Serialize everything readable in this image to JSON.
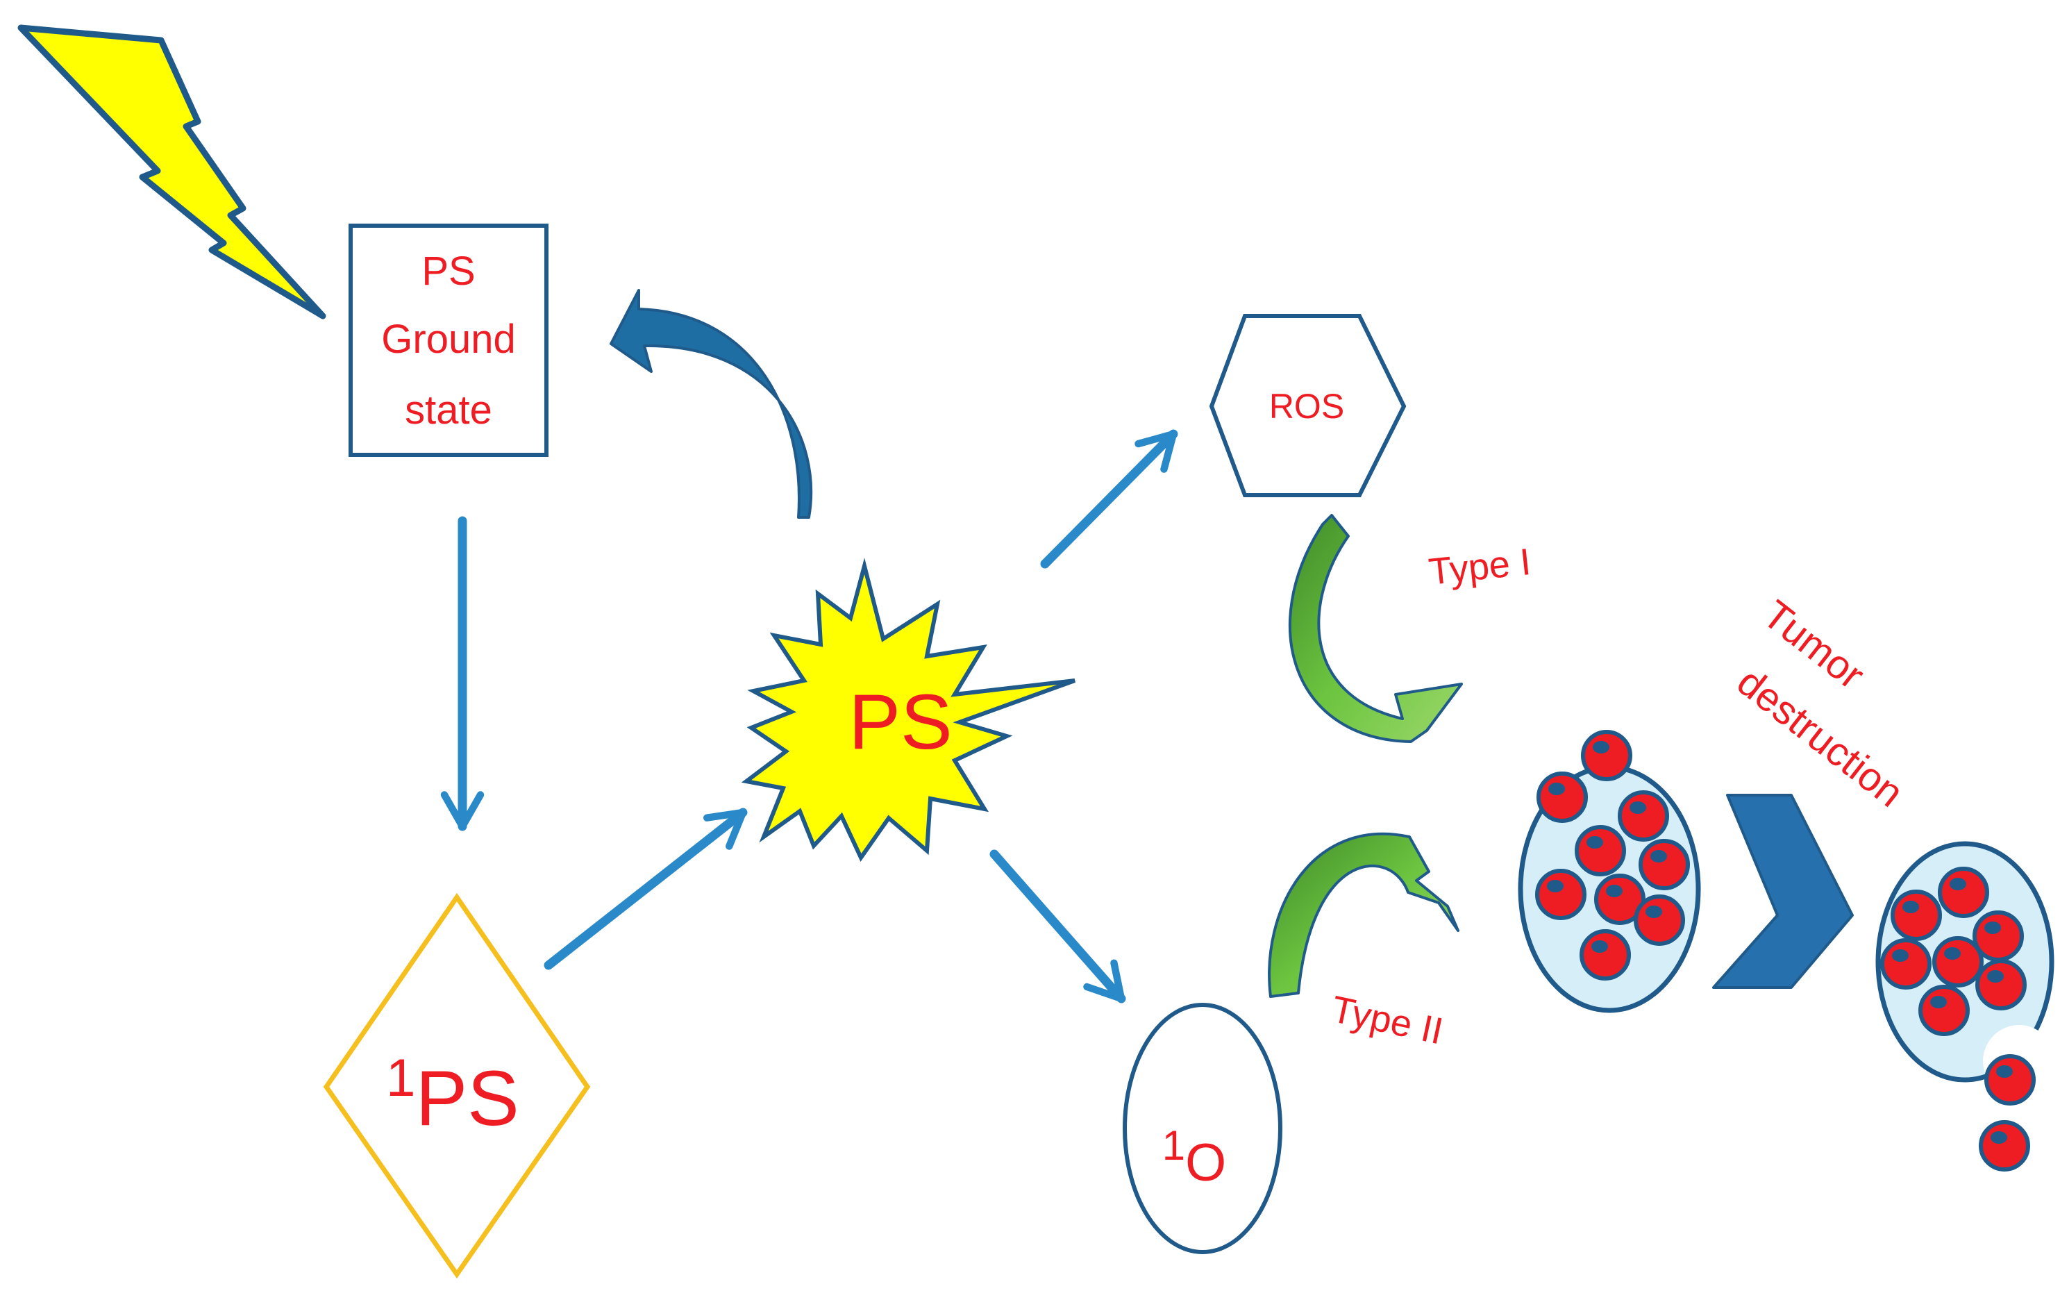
{
  "nodes": {
    "ground_state": {
      "line1": "PS",
      "line2": "Ground",
      "line3": "state"
    },
    "singlet_ps": {
      "sup": "1",
      "main": "PS"
    },
    "excited_ps": {
      "label": "PS"
    },
    "ros": {
      "label": "ROS"
    },
    "singlet_oxygen": {
      "sup": "1",
      "main": "O"
    }
  },
  "labels": {
    "type1": "Type I",
    "type2": "Type II",
    "tumor_line1": "Tumor",
    "tumor_line2": "destruction"
  },
  "colors": {
    "text_red": "#ee1d23",
    "box_blue": "#1f5a8a",
    "arrow_blue": "#2a8ac9",
    "diamond_gold": "#f5bf1e",
    "burst_yellow": "#ffff00",
    "lightning_yellow": "#ffff00",
    "green_arrow": "#62b33e",
    "cell_red": "#ee1d23",
    "cluster_fill": "#d5eef7"
  },
  "icons": {
    "lightning": "lightning-bolt-icon",
    "chevron": "chevron-right-icon"
  }
}
